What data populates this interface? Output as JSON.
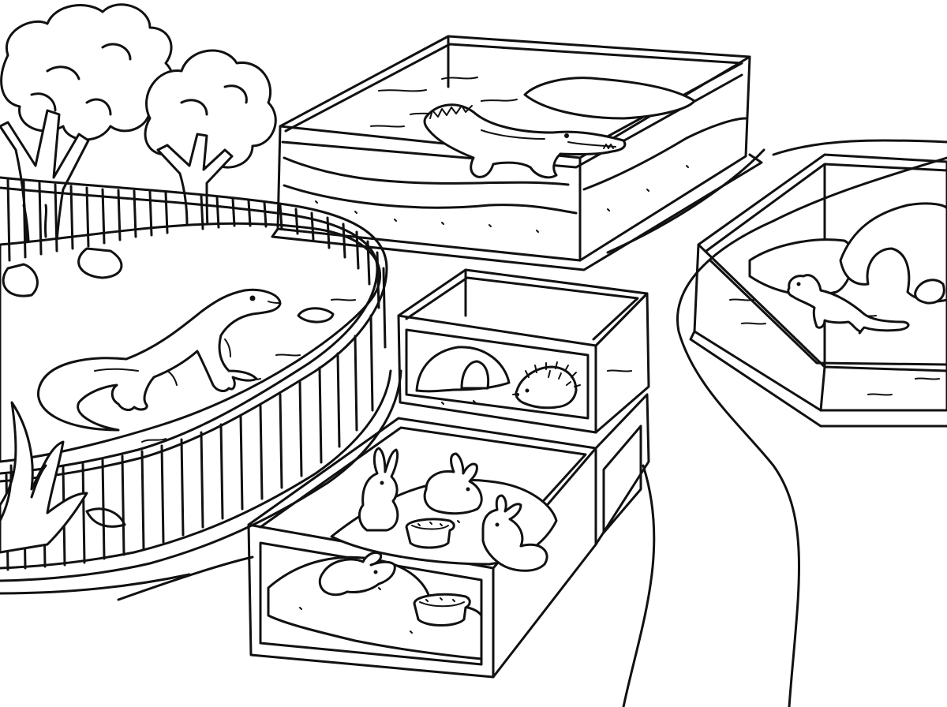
{
  "scene": {
    "style": "black-and-white line art",
    "ink_color": "#111111",
    "paper_color": "#ffffff",
    "enclosures": [
      {
        "key": "komodo-pen",
        "kind": "railed pen",
        "animals": [
          "komodo dragon"
        ]
      },
      {
        "key": "crocodile-tank",
        "kind": "glass tank",
        "animals": [
          "crocodile"
        ]
      },
      {
        "key": "hedgehog-box",
        "kind": "glass box",
        "animals": [
          "hedgehog"
        ]
      },
      {
        "key": "rabbit-box",
        "kind": "glass box",
        "animals": [
          "rabbit",
          "rabbit",
          "rabbit",
          "rabbit"
        ]
      },
      {
        "key": "ferret-tank",
        "kind": "hexagonal glass tank",
        "animals": [
          "ferret"
        ]
      }
    ],
    "icons": [
      "tree",
      "fence-railing",
      "glass-box",
      "water-ripple",
      "rock-cave",
      "food-bowl",
      "grass-plant"
    ]
  }
}
